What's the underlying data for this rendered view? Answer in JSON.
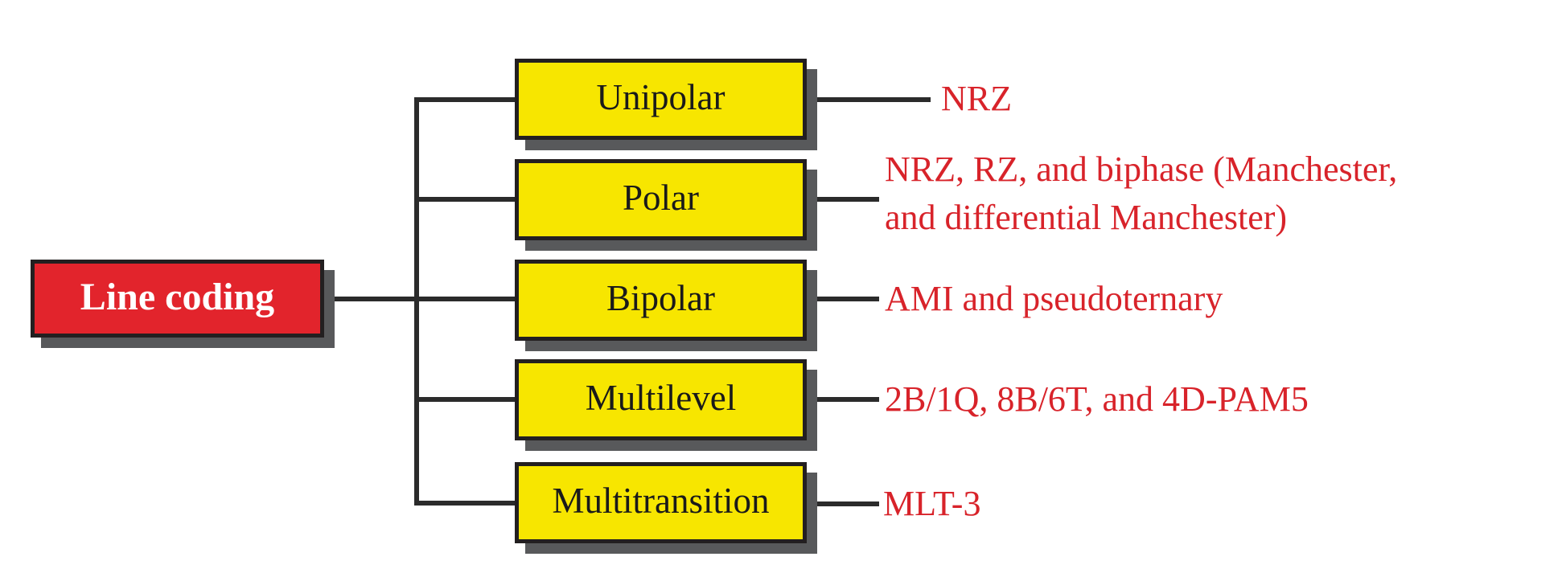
{
  "diagram": {
    "title_node": {
      "label": "Line coding"
    },
    "categories": [
      {
        "name": "Unipolar",
        "schemes": "NRZ"
      },
      {
        "name": "Polar",
        "schemes": "NRZ, RZ, and biphase (Manchester,\nand differential Manchester)"
      },
      {
        "name": "Bipolar",
        "schemes": "AMI and pseudoternary"
      },
      {
        "name": "Multilevel",
        "schemes": "2B/1Q,  8B/6T, and 4D-PAM5"
      },
      {
        "name": "Multitransition",
        "schemes": "MLT-3"
      }
    ],
    "colors": {
      "root_fill": "#e2242c",
      "root_text": "#ffffff",
      "category_fill": "#f7e600",
      "category_text": "#1a1a1a",
      "border": "#231f20",
      "shadow": "#58595b",
      "connector_line": "#2b2b2b",
      "annotation_text": "#d8232a",
      "background": "#ffffff"
    }
  }
}
